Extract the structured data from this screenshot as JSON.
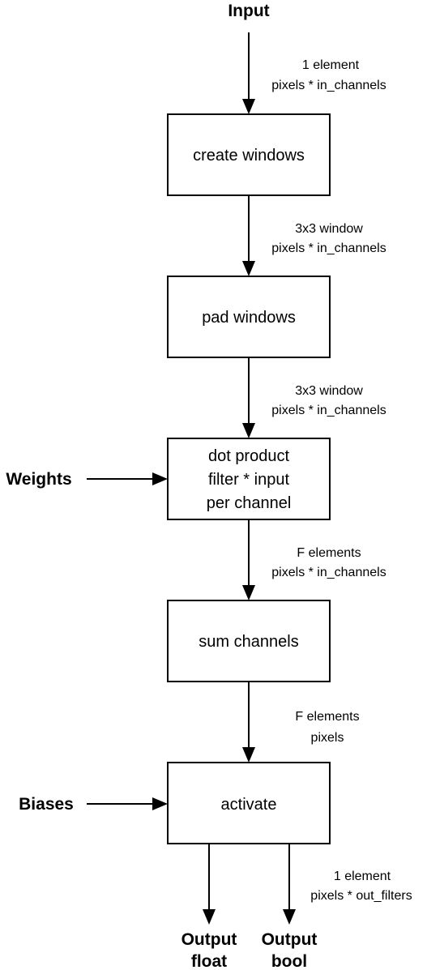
{
  "inputs": {
    "input": "Input",
    "weights": "Weights",
    "biases": "Biases"
  },
  "outputs": {
    "float": [
      "Output",
      "float"
    ],
    "bool": [
      "Output",
      "bool"
    ]
  },
  "nodes": {
    "create_windows": [
      "create windows"
    ],
    "pad_windows": [
      "pad windows"
    ],
    "dot_product": [
      "dot product",
      "filter * input",
      "per channel"
    ],
    "sum_channels": [
      "sum channels"
    ],
    "activate": [
      "activate"
    ]
  },
  "edges": {
    "input_to_create": [
      "1 element",
      "pixels * in_channels"
    ],
    "create_to_pad": [
      "3x3 window",
      "pixels * in_channels"
    ],
    "pad_to_dot": [
      "3x3 window",
      "pixels * in_channels"
    ],
    "dot_to_sum": [
      "F elements",
      "pixels * in_channels"
    ],
    "sum_to_activate": [
      "F elements",
      "pixels"
    ],
    "activate_to_outputs": [
      "1 element",
      "pixels * out_filters"
    ]
  }
}
